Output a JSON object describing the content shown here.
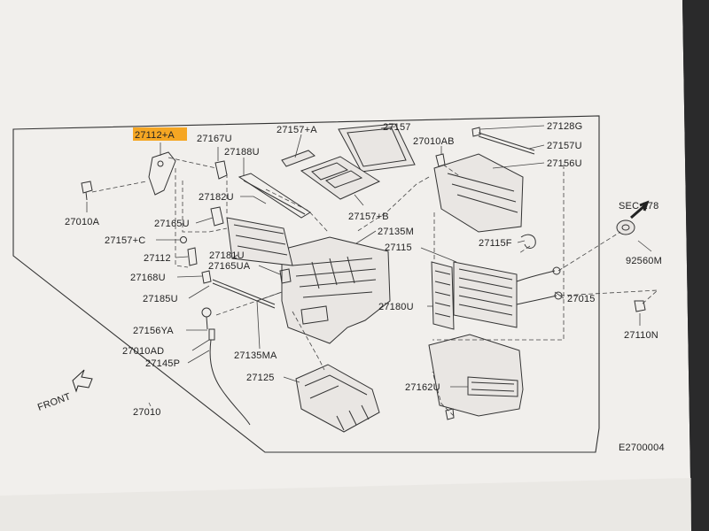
{
  "callouts": {
    "p27112_A": "27112+A",
    "p27167U": "27167U",
    "p27188U": "27188U",
    "p27157_A": "27157+A",
    "p27157": "27157",
    "p27010AB": "27010AB",
    "p27128G": "27128G",
    "p27157U": "27157U",
    "p27156U": "27156U",
    "p27010A": "27010A",
    "p27182U": "27182U",
    "p27157_B": "27157+B",
    "p27165U": "27165U",
    "p27135M": "27135M",
    "p27157_C": "27157+C",
    "p27181U": "27181U",
    "p27115": "27115",
    "p27115F": "27115F",
    "p27112": "27112",
    "p27165UA": "27165UA",
    "p27168U": "27168U",
    "p27185U": "27185U",
    "p27180U": "27180U",
    "p27015": "27015",
    "p27156YA": "27156YA",
    "p27010AD": "27010AD",
    "p27145P": "27145P",
    "p27135MA": "27135MA",
    "p27125": "27125",
    "p27162U": "27162U",
    "p27010": "27010",
    "sec278": "SEC.278",
    "p92560M": "92560M",
    "p27110N": "27110N"
  },
  "front_label": "FRONT",
  "diagram_code": "E2700004",
  "highlight_color": "#f5a623"
}
